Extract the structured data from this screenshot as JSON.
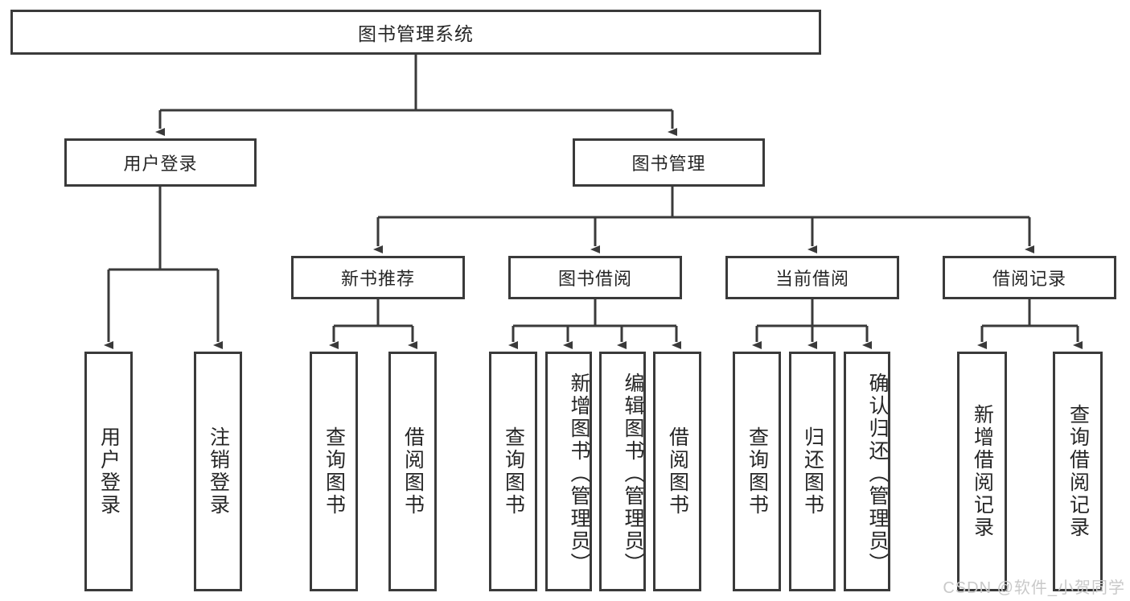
{
  "diagram": {
    "type": "tree",
    "title": "图书管理系统",
    "root": {
      "label": "图书管理系统"
    },
    "level1": [
      {
        "label": "用户登录"
      },
      {
        "label": "图书管理"
      }
    ],
    "level2": [
      {
        "label": "新书推荐"
      },
      {
        "label": "图书借阅"
      },
      {
        "label": "当前借阅"
      },
      {
        "label": "借阅记录"
      }
    ],
    "leaves": {
      "user_login": [
        {
          "label": "用户登录"
        },
        {
          "label": "注销登录"
        }
      ],
      "new_book_recommend": [
        {
          "label": "查询图书"
        },
        {
          "label": "借阅图书"
        }
      ],
      "book_borrow": [
        {
          "label": "查询图书"
        },
        {
          "label": "新增图书（管理员）"
        },
        {
          "label": "编辑图书（管理员）"
        },
        {
          "label": "借阅图书"
        }
      ],
      "current_borrow": [
        {
          "label": "查询图书"
        },
        {
          "label": "归还图书"
        },
        {
          "label": "确认归还（管理员）"
        }
      ],
      "borrow_record": [
        {
          "label": "新增借阅记录"
        },
        {
          "label": "查询借阅记录"
        }
      ]
    }
  },
  "watermark": {
    "text": "CSDN @软件_小贺同学"
  },
  "colors": {
    "border": "#3a3a3a",
    "text": "#262626",
    "background": "#ffffff",
    "watermark": "#c9c9c9"
  }
}
